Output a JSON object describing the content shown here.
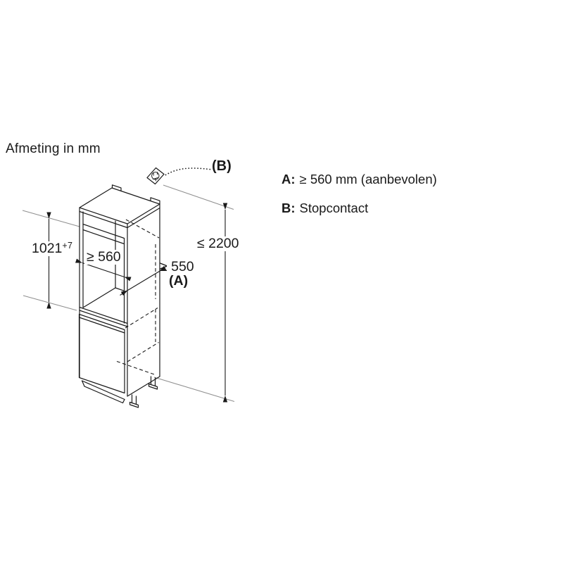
{
  "title": "Afmeting in mm",
  "legend": {
    "item_a": {
      "key": "A:",
      "text": "≥ 560 mm (aanbevolen)"
    },
    "item_b": {
      "key": "B:",
      "text": "Stopcontact"
    }
  },
  "callout_b": "(B)",
  "dimensions": {
    "socket_max_height": "≤ 2200",
    "niche_height_value": "1021",
    "niche_height_tolerance": "+7",
    "niche_width": "≥ 560",
    "appliance_depth": "≥ 550",
    "depth_ref_label": "(A)"
  },
  "icons": {
    "socket": "power-socket-icon"
  },
  "colors": {
    "line": "#1a1a1a",
    "extension": "#8f8f8f",
    "background": "#ffffff"
  }
}
